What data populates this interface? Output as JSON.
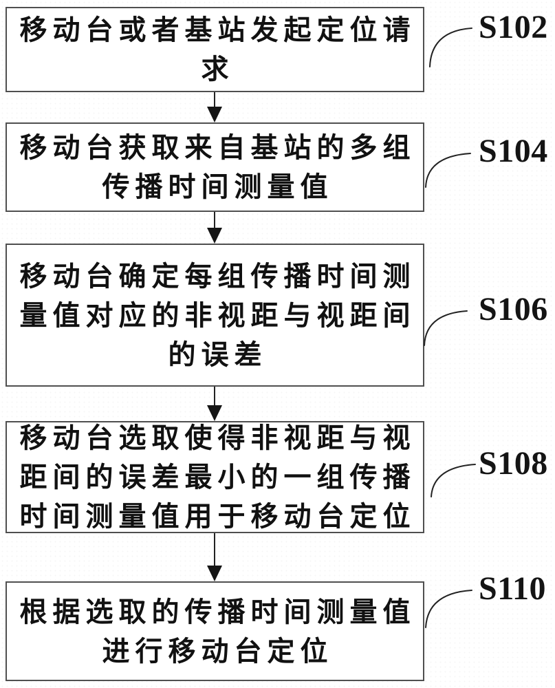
{
  "figure": {
    "type": "flowchart",
    "steps": [
      {
        "label": "S102",
        "text": "移动台或者基站发起定位请求",
        "lines": [
          "移动台或者基站发起定位请",
          "求"
        ]
      },
      {
        "label": "S104",
        "text": "移动台获取来自基站的多组传播时间测量值",
        "lines": [
          "移动台获取来自基站的多组",
          "传播时间测量值"
        ]
      },
      {
        "label": "S106",
        "text": "移动台确定每组传播时间测量值对应的非视距与视距间的误差",
        "lines": [
          "移动台确定每组传播时间测",
          "量值对应的非视距与视距间",
          "的误差"
        ]
      },
      {
        "label": "S108",
        "text": "移动台选取使得非视距与视距间的误差最小的一组传播时间测量值用于移动台定位",
        "lines": [
          "移动台选取使得非视距与视",
          "距间的误差最小的一组传播",
          "时间测量值用于移动台定位"
        ]
      },
      {
        "label": "S110",
        "text": "根据选取的传播时间测量值进行移动台定位",
        "lines": [
          "根据选取的传播时间测量值",
          "进行移动台定位"
        ]
      }
    ],
    "colors": {
      "ink": "#111111",
      "border": "#4f4f4f",
      "background": "#ffffff"
    }
  }
}
